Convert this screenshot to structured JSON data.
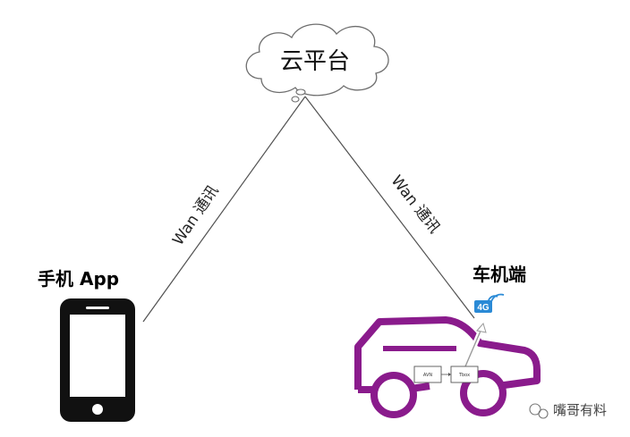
{
  "cloud": {
    "label": "云平台"
  },
  "links": {
    "left": "Wan 通讯",
    "right": "Wan 通讯"
  },
  "phone": {
    "label": "手机 App"
  },
  "car": {
    "label": "车机端",
    "network_badge": "4G",
    "boxes": {
      "avn": "AVN",
      "tbox": "Tbox"
    }
  },
  "watermark": {
    "text": "嘴哥有料",
    "icon": "wechat-official-account-icon"
  },
  "colors": {
    "line": "#505050",
    "car_body": "#8a1b8c",
    "badge_blue": "#2a8ad6",
    "phone": "#111111"
  }
}
